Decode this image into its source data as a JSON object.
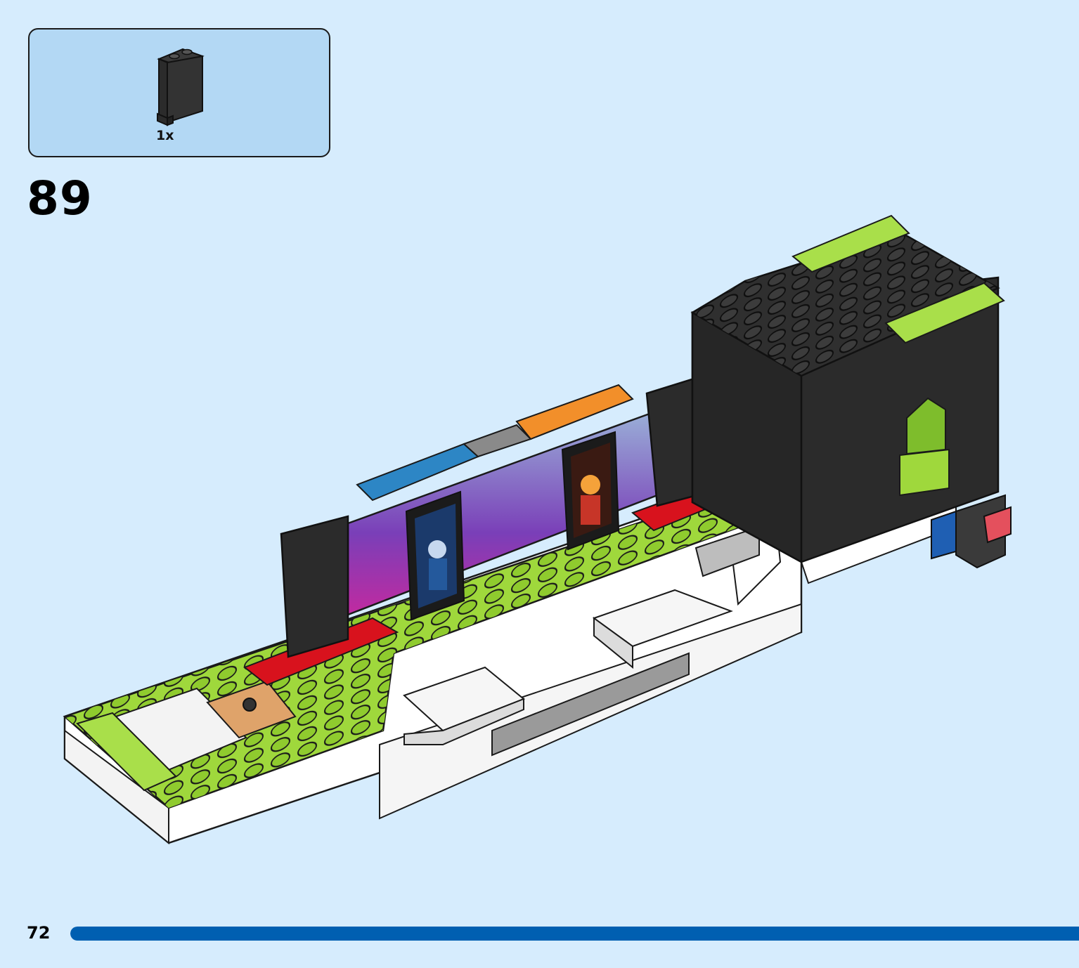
{
  "parts": {
    "items": [
      {
        "quantity": "1x",
        "part_icon": "black-panel-1x2x3-icon",
        "color": "#2b2b2b"
      }
    ]
  },
  "step": {
    "number": "89"
  },
  "model_icon": "party-bus-gaming-trailer-assembly",
  "footer": {
    "page_number": "72",
    "progress": 1.0,
    "progress_color": "#005fb1"
  },
  "colors": {
    "background": "#d6ecfd",
    "parts_box": "#b3d8f4",
    "lime": "#9fd83c",
    "black": "#2b2b2b",
    "red": "#d8121d",
    "orange": "#f28f2a",
    "blue": "#2d86c5",
    "white": "#ffffff"
  }
}
